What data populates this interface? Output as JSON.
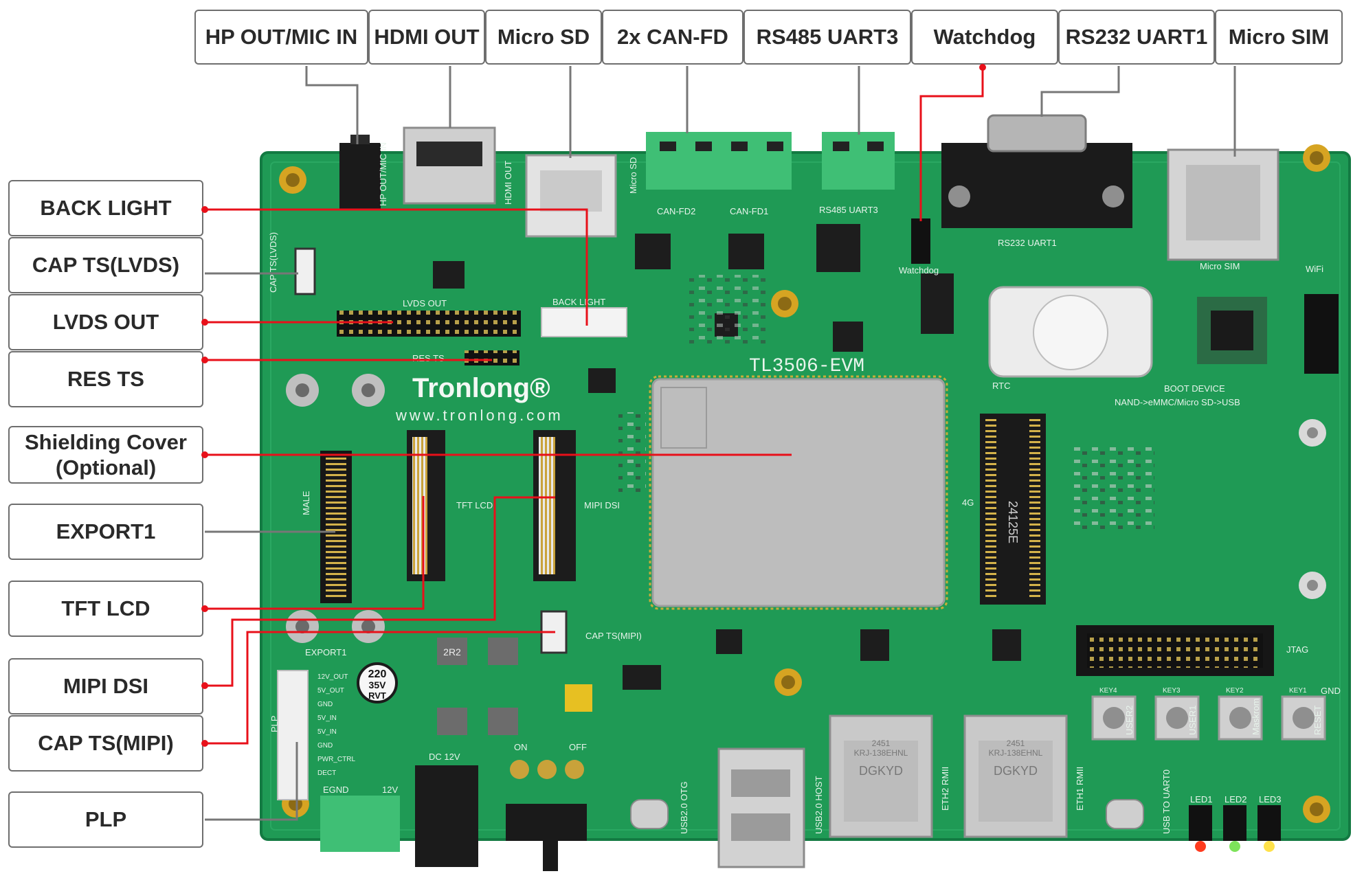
{
  "top_labels": [
    "HP OUT/MIC IN",
    "HDMI OUT",
    "Micro SD",
    "2x CAN-FD",
    "RS485 UART3",
    "Watchdog",
    "RS232 UART1",
    "Micro SIM"
  ],
  "left_labels": [
    "BACK LIGHT",
    "CAP TS(LVDS)",
    "LVDS OUT",
    "RES TS",
    "Shielding Cover\n(Optional)",
    "EXPORT1",
    "TFT LCD",
    "MIPI DSI",
    "CAP TS(MIPI)",
    "PLP"
  ],
  "board": {
    "brand": "Tronlong®",
    "website": "www.tronlong.com",
    "model": "TL3506-EVM",
    "silkscreen": [
      "HP OUT/MIC IN",
      "HDMI OUT",
      "Micro SD",
      "CAN-FD2",
      "CAN-FD1",
      "RS485 UART3",
      "RS232 UART1",
      "Micro SIM",
      "WiFi",
      "Watchdog",
      "CAP TS(LVDS)",
      "LVDS OUT",
      "BACK LIGHT",
      "RES TS",
      "RTC",
      "BOOT DEVICE",
      "NAND->eMMC/Micro SD->USB",
      "TFT LCD",
      "MIPI DSI",
      "4G",
      "MALE",
      "EXPORT1",
      "CAP TS(MIPI)",
      "JTAG",
      "PLP",
      "USER2",
      "USER1",
      "Maskrom",
      "RESET",
      "LED1",
      "LED2",
      "LED3",
      "DC 12V",
      "ON",
      "OFF",
      "USB2.0 OTG",
      "USB2.0 HOST",
      "ETH2 RMII",
      "ETH1 RMII",
      "USB TO UART0",
      "GND",
      "12V",
      "EGND"
    ],
    "plp_pins": [
      "12V_OUT",
      "5V_OUT",
      "GND",
      "5V_IN",
      "5V_IN",
      "GND",
      "PWR_CTRL",
      "DECT"
    ],
    "cap_text": [
      "220",
      "35V",
      "RVT"
    ],
    "inductor_text": "2R2",
    "m2_chip": "24125E",
    "rj45_brand": "DGKYD",
    "rj45_part": "KRJ-138EHNL",
    "rj45_code": "2451",
    "key_labels": [
      "KEY4",
      "KEY3",
      "KEY2",
      "KEY1"
    ]
  },
  "colors": {
    "pcb": "#1f9a55",
    "pcb_dark": "#168047",
    "silk": "#e8f4ec",
    "leader_red": "#e8101a",
    "leader_gray": "#777777",
    "label_border": "#6e6e6e",
    "mounting_hole": "#d6a422"
  }
}
